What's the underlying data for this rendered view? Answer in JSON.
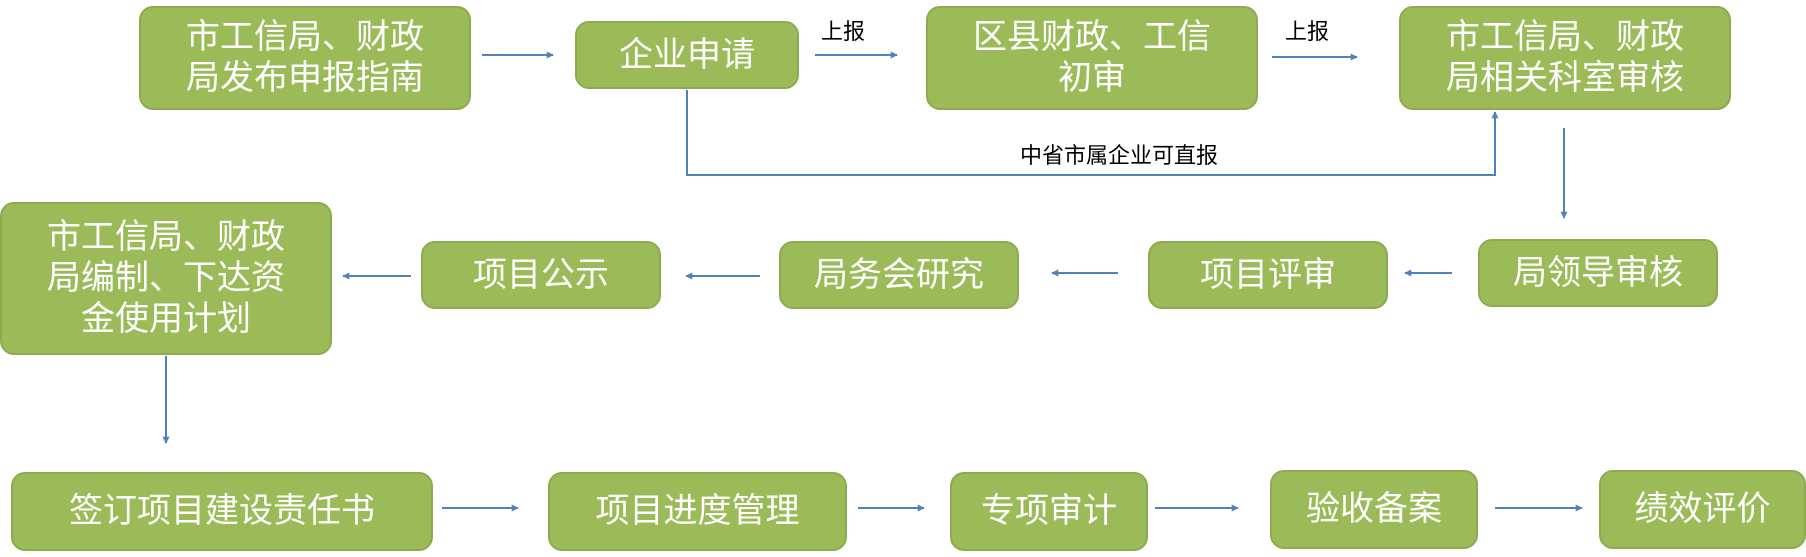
{
  "colors": {
    "node_fill": "#9bbb59",
    "node_border": "#8daa4e",
    "node_text": "#ffffff",
    "arrow": "#4f81bd",
    "label_text": "#000000"
  },
  "nodes": [
    {
      "id": "n1",
      "label": "市工信局、财政\n局发布申报指南"
    },
    {
      "id": "n2",
      "label": "企业申请"
    },
    {
      "id": "n3",
      "label": "区县财政、工信\n初审"
    },
    {
      "id": "n4",
      "label": "市工信局、财政\n局相关科室审核"
    },
    {
      "id": "n5",
      "label": "局领导审核"
    },
    {
      "id": "n6",
      "label": "项目评审"
    },
    {
      "id": "n7",
      "label": "局务会研究"
    },
    {
      "id": "n8",
      "label": "项目公示"
    },
    {
      "id": "n9",
      "label": "市工信局、财政\n局编制、下达资\n金使用计划"
    },
    {
      "id": "n10",
      "label": "签订项目建设责任书"
    },
    {
      "id": "n11",
      "label": "项目进度管理"
    },
    {
      "id": "n12",
      "label": "专项审计"
    },
    {
      "id": "n13",
      "label": "验收备案"
    },
    {
      "id": "n14",
      "label": "绩效评价"
    }
  ],
  "edges": [
    {
      "from": "n1",
      "to": "n2",
      "label": ""
    },
    {
      "from": "n2",
      "to": "n3",
      "label": "上报"
    },
    {
      "from": "n3",
      "to": "n4",
      "label": "上报"
    },
    {
      "from": "n2",
      "to": "n4",
      "label": "中省市属企业可直报"
    },
    {
      "from": "n4",
      "to": "n5",
      "label": ""
    },
    {
      "from": "n5",
      "to": "n6",
      "label": ""
    },
    {
      "from": "n6",
      "to": "n7",
      "label": ""
    },
    {
      "from": "n7",
      "to": "n8",
      "label": ""
    },
    {
      "from": "n8",
      "to": "n9",
      "label": ""
    },
    {
      "from": "n9",
      "to": "n10",
      "label": ""
    },
    {
      "from": "n10",
      "to": "n11",
      "label": ""
    },
    {
      "from": "n11",
      "to": "n12",
      "label": ""
    },
    {
      "from": "n12",
      "to": "n13",
      "label": ""
    },
    {
      "from": "n13",
      "to": "n14",
      "label": ""
    }
  ]
}
